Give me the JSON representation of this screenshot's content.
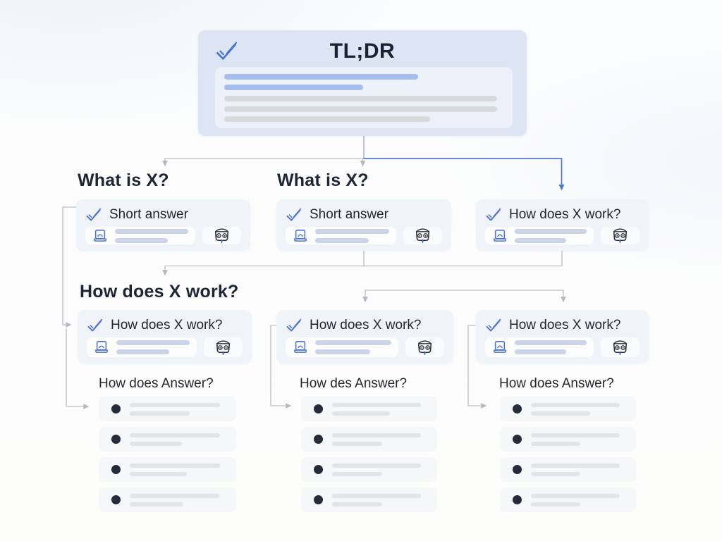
{
  "diagram": {
    "root": {
      "title": "TL;DR"
    },
    "level1": {
      "heading_left": "What is X?",
      "heading_middle": "What is X?",
      "cards": [
        {
          "label": "Short answer"
        },
        {
          "label": "Short answer"
        },
        {
          "label": "How does X work?"
        }
      ]
    },
    "level2": {
      "heading": "How does X work?",
      "cards": [
        {
          "label": "How does X work?"
        },
        {
          "label": "How does X work?"
        },
        {
          "label": "How does X work?"
        }
      ]
    },
    "level3": {
      "columns": [
        {
          "heading": "How does Answer?",
          "bullet_count": 4
        },
        {
          "heading": "How des Answer?",
          "bullet_count": 4
        },
        {
          "heading": "How does Answer?",
          "bullet_count": 4
        }
      ]
    },
    "icons": {
      "check": "double-check-icon",
      "thumbnail": "laptop-icon",
      "badge": "doodle-badge-icon"
    },
    "colors": {
      "accent_blue": "#4a74d4",
      "connector_gray": "#c6c9cf",
      "connector_blue": "#4f78d6",
      "root_card_bg": "#dde4f3",
      "card_bg": "#f0f3f8",
      "bullet_dark": "#252b3b"
    }
  }
}
